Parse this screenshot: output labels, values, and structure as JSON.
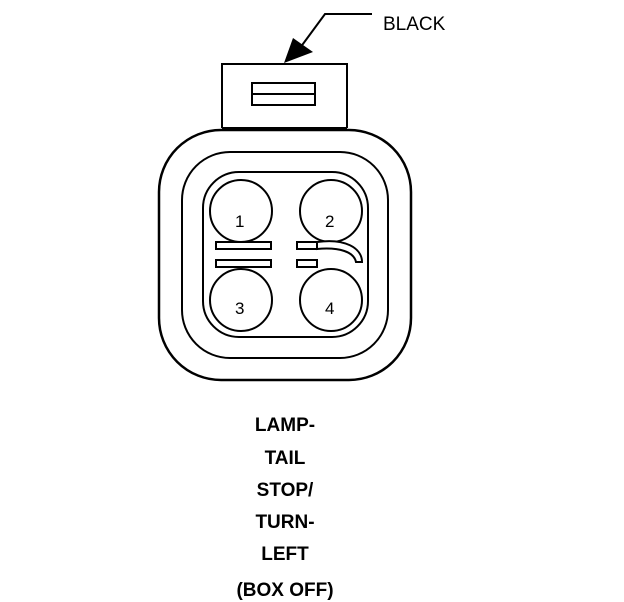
{
  "callout": {
    "label": "BLACK"
  },
  "pins": [
    {
      "number": "1"
    },
    {
      "number": "2"
    },
    {
      "number": "3"
    },
    {
      "number": "4"
    }
  ],
  "caption": {
    "lines": [
      "LAMP-",
      "TAIL",
      "STOP/",
      "TURN-",
      "LEFT",
      "(BOX OFF)"
    ]
  },
  "colors": {
    "line": "#000000",
    "background": "#ffffff"
  }
}
